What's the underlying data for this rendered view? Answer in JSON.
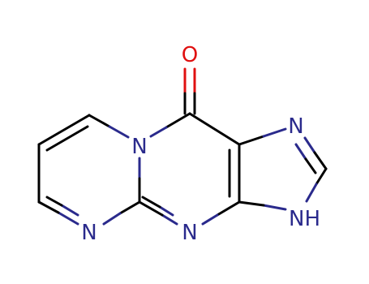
{
  "molecule": {
    "colors": {
      "nitrogen": "#2a2a8c",
      "oxygen": "#e01010",
      "carbon_bond": "#000000"
    },
    "atoms": {
      "O": "O",
      "N_bridge": "N",
      "N_imidazole": "N",
      "N_pyrimidine": "N",
      "N_central": "N",
      "NH": "NH"
    }
  }
}
